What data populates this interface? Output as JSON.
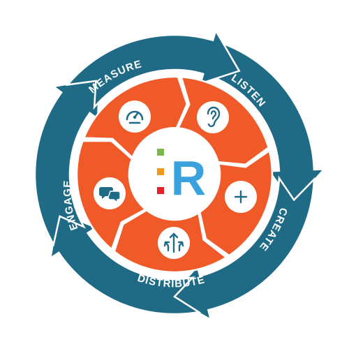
{
  "colors": {
    "teal": "#1f6b86",
    "orange": "#f05a28",
    "white": "#ffffff",
    "logo_green": "#7ab648",
    "logo_orange": "#f39a1e",
    "logo_red": "#e8202b",
    "logo_blue": "#3aa3dd"
  },
  "stages": [
    {
      "label": "LISTEN",
      "icon": "ear-icon"
    },
    {
      "label": "CREATE",
      "icon": "plus-icon"
    },
    {
      "label": "DISTRIBUTE",
      "icon": "split-arrows-icon"
    },
    {
      "label": "ENGAGE",
      "icon": "chat-bubbles-icon"
    },
    {
      "label": "MEASURE",
      "icon": "speedometer-icon"
    }
  ],
  "logo": {
    "letter": "R"
  }
}
